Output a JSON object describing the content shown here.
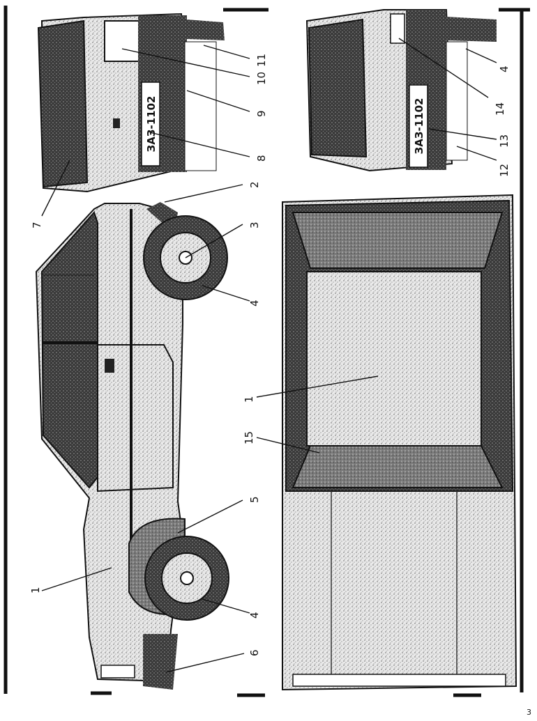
{
  "page_number": "3",
  "plate_text": "ЗАЗ-1102",
  "callouts": [
    "1",
    "2",
    "3",
    "4",
    "5",
    "6",
    "7",
    "8",
    "9",
    "10",
    "11",
    "12",
    "13",
    "14",
    "15"
  ],
  "views": {
    "side": "side-view",
    "front": "front-view",
    "rear": "rear-view",
    "top": "top-view"
  }
}
